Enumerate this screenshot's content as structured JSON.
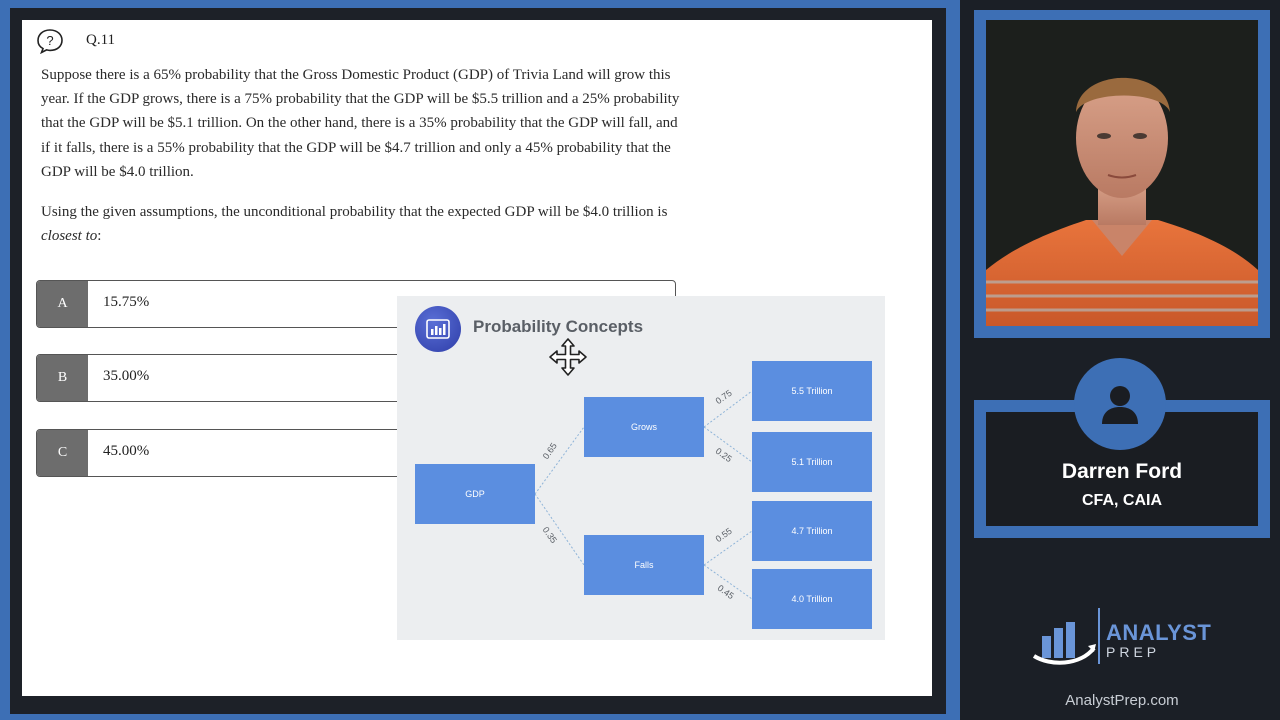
{
  "question": {
    "number": "Q.11",
    "paragraph1": "Suppose there is a 65% probability that the Gross Domestic Product (GDP) of Trivia Land will grow this year. If the GDP grows, there is a 75% probability that the GDP will be $5.5 trillion and a 25% probability that the GDP will be $5.1 trillion. On the other hand, there is a 35% probability that the GDP will fall, and if it falls, there is a 55% probability that the GDP will be $4.7 trillion and only a 45% probability that the GDP will be $4.0 trillion.",
    "paragraph2_start": "Using the given assumptions, the unconditional probability that the expected GDP will be $4.0 trillion is ",
    "paragraph2_emph": "closest to",
    "paragraph2_end": ":"
  },
  "options": [
    {
      "letter": "A",
      "text": "15.75%"
    },
    {
      "letter": "B",
      "text": "35.00%"
    },
    {
      "letter": "C",
      "text": "45.00%"
    }
  ],
  "slide": {
    "title": "Probability Concepts",
    "nodes": {
      "root": "GDP",
      "grows": "Grows",
      "falls": "Falls",
      "t55": "5.5 Trillion",
      "t51": "5.1 Trillion",
      "t47": "4.7 Trillion",
      "t40": "4.0 Trillion"
    },
    "edges": {
      "gdp_grows": "0.65",
      "gdp_falls": "0.35",
      "grows_55": "0.75",
      "grows_51": "0.25",
      "falls_47": "0.55",
      "falls_40": "0.45"
    }
  },
  "presenter": {
    "name": "Darren Ford",
    "credentials": "CFA, CAIA"
  },
  "brand": {
    "word1": "ANALYST",
    "word2": "PREP",
    "url": "AnalystPrep.com",
    "accent": "#3d6fb5"
  },
  "icons": {
    "help": "question-circle-icon",
    "slide": "bar-chart-icon",
    "cursor": "move-cursor-icon",
    "avatar": "user-icon"
  }
}
